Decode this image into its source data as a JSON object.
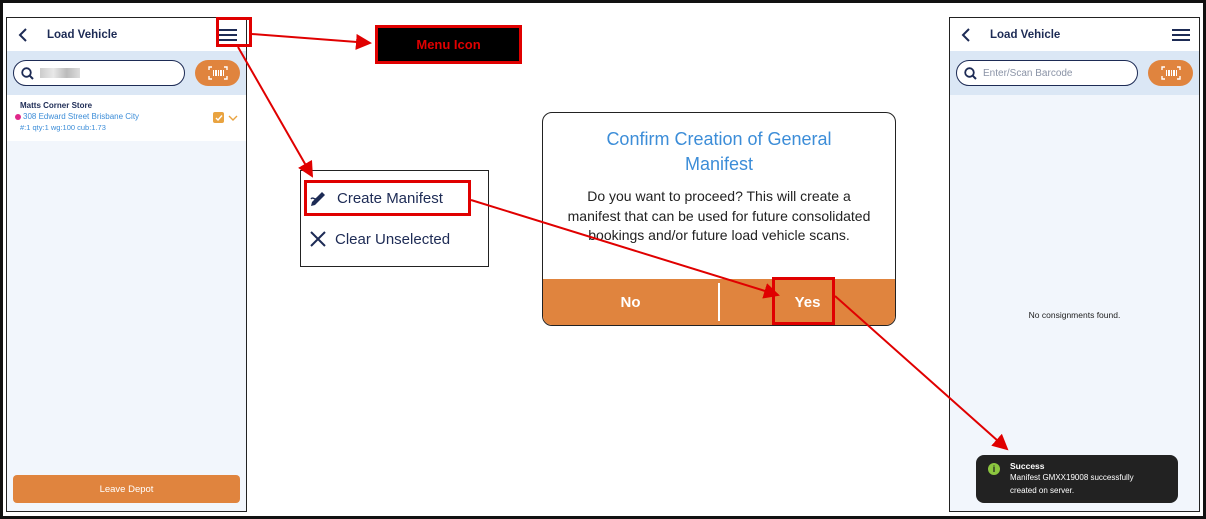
{
  "colors": {
    "accent_orange": "#e0843e",
    "navy": "#1d2b55",
    "link_blue": "#3c8dd8",
    "callout_red": "#e00000",
    "header_bg": "#dbe7f5"
  },
  "left_phone": {
    "title": "Load Vehicle",
    "back_icon": "chevron-left-icon",
    "menu_icon": "hamburger-menu-icon",
    "search": {
      "icon": "search-icon",
      "value": ""
    },
    "scan_icon": "barcode-scan-icon",
    "consignments": [
      {
        "name": "Matts Corner Store",
        "address": "308 Edward Street Brisbane City",
        "meta": "#:1 qty:1 wg:100 cub:1.73",
        "checked": true
      }
    ],
    "leave_button": "Leave Depot"
  },
  "callout": {
    "menu_label": "Menu Icon"
  },
  "context_menu": {
    "items": [
      {
        "label": "Create Manifest",
        "icon": "pen-sign-icon"
      },
      {
        "label": "Clear Unselected",
        "icon": "close-x-icon"
      }
    ]
  },
  "dialog": {
    "title": "Confirm Creation of General Manifest",
    "body": "Do you want to proceed? This will create a manifest that can be used for future consolidated bookings and/or future load vehicle scans.",
    "no_label": "No",
    "yes_label": "Yes"
  },
  "right_phone": {
    "title": "Load Vehicle",
    "back_icon": "chevron-left-icon",
    "menu_icon": "hamburger-menu-icon",
    "search": {
      "icon": "search-icon",
      "placeholder": "Enter/Scan Barcode"
    },
    "scan_icon": "barcode-scan-icon",
    "empty_message": "No consignments found.",
    "toast": {
      "icon": "info-icon",
      "title": "Success",
      "message_line1": "Manifest GMXX19008 successfully",
      "message_line2": "created on server."
    }
  }
}
